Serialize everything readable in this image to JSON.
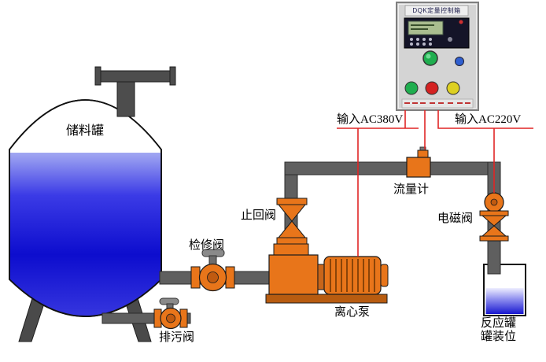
{
  "diagram_type": "process-control-piping-diagram",
  "control_box": {
    "title": "DQK定量控制箱"
  },
  "labels": {
    "storage_tank": "储料罐",
    "maintenance_valve": "检修阀",
    "drain_valve": "排污阀",
    "check_valve": "止回阀",
    "centrifugal_pump": "离心泵",
    "flow_meter": "流量计",
    "solenoid_valve": "电磁阀",
    "reaction_tank_line1": "反应罐",
    "reaction_tank_line2": "罐装位",
    "input_ac380v": "输入AC380V",
    "input_ac220v": "输入AC220V"
  },
  "colors": {
    "pipe_gray": "#5f5f5f",
    "equipment_orange": "#e8751a",
    "liquid_blue": "#1515d0",
    "wire_red": "#e02525",
    "panel_gray": "#d4d4d4",
    "button_green": "#1fae4f",
    "button_red": "#d42222",
    "button_yellow": "#ddd022",
    "button_blue": "#2f5fd0"
  }
}
